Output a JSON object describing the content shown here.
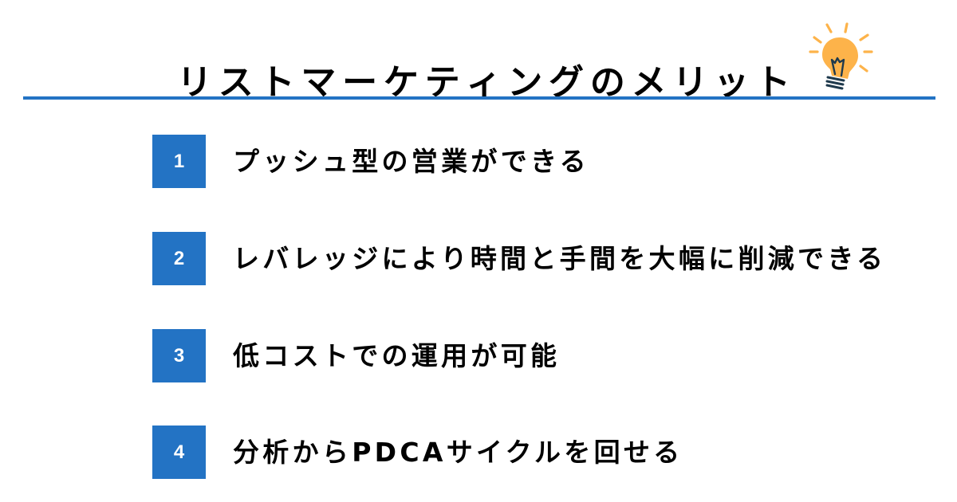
{
  "header": {
    "title": "リストマーケティングのメリット",
    "title_chars": [
      "リ",
      "ス",
      "ト",
      "マ",
      "ー",
      "ケ",
      "テ",
      "ィ",
      "ン",
      "グ",
      "の",
      "メ",
      "リ",
      "ッ",
      "ト"
    ],
    "icon": "lightbulb-icon",
    "rule_color": "#2373C4"
  },
  "colors": {
    "accent": "#2373C4",
    "bulb_fill": "#FDB34A",
    "bulb_outline": "#1F3A4D",
    "text": "#000000",
    "background": "#FFFFFF"
  },
  "items": [
    {
      "number": "1",
      "text": "プッシュ型の営業ができる"
    },
    {
      "number": "2",
      "text": "レバレッジにより時間と手間を大幅に削減できる"
    },
    {
      "number": "3",
      "text": "低コストでの運用が可能"
    },
    {
      "number": "4",
      "text": "分析からPDCAサイクルを回せる"
    }
  ]
}
